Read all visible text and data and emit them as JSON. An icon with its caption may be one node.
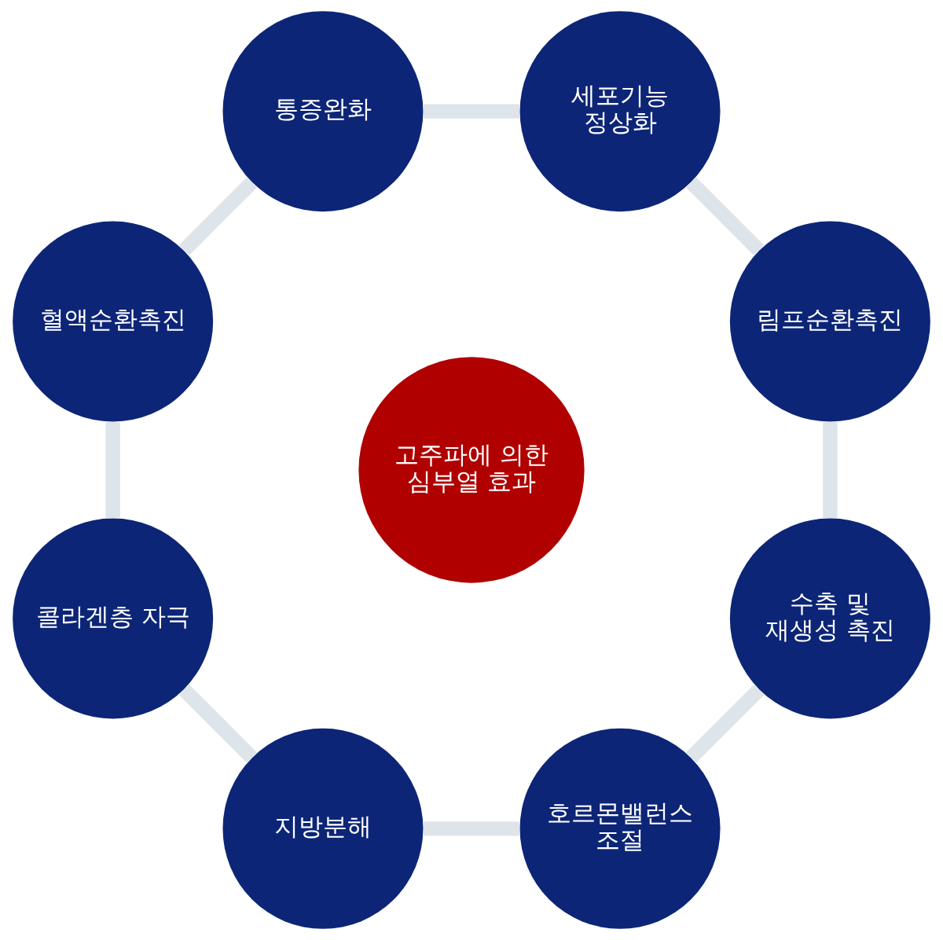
{
  "diagram": {
    "nodes": [
      {
        "text": [
          "고주파에 의한 심부열 효과"
        ]
      },
      {
        "text": [
          "림프순환촉진"
        ]
      },
      {
        "text": [
          "세포기능 정상화"
        ]
      },
      {
        "text": [
          "통증완화"
        ]
      },
      {
        "text": [
          "혈액순환촉진"
        ]
      },
      {
        "text": [
          "콜라겐층 자극"
        ]
      },
      {
        "text": [
          "지방분해"
        ]
      },
      {
        "text": [
          "호르몬밸런스 조절"
        ]
      },
      {
        "text": [
          "수축 및 재생성 촉진"
        ]
      }
    ],
    "edges": [
      {
        "from": 1,
        "to": 2,
        "arrow": "none"
      },
      {
        "from": 2,
        "to": 3,
        "arrow": "none"
      },
      {
        "from": 3,
        "to": 4,
        "arrow": "none"
      },
      {
        "from": 4,
        "to": 5,
        "arrow": "none"
      },
      {
        "from": 5,
        "to": 6,
        "arrow": "none"
      },
      {
        "from": 6,
        "to": 7,
        "arrow": "none"
      },
      {
        "from": 7,
        "to": 8,
        "arrow": "none"
      },
      {
        "from": 8,
        "to": 1,
        "arrow": "none"
      }
    ]
  }
}
